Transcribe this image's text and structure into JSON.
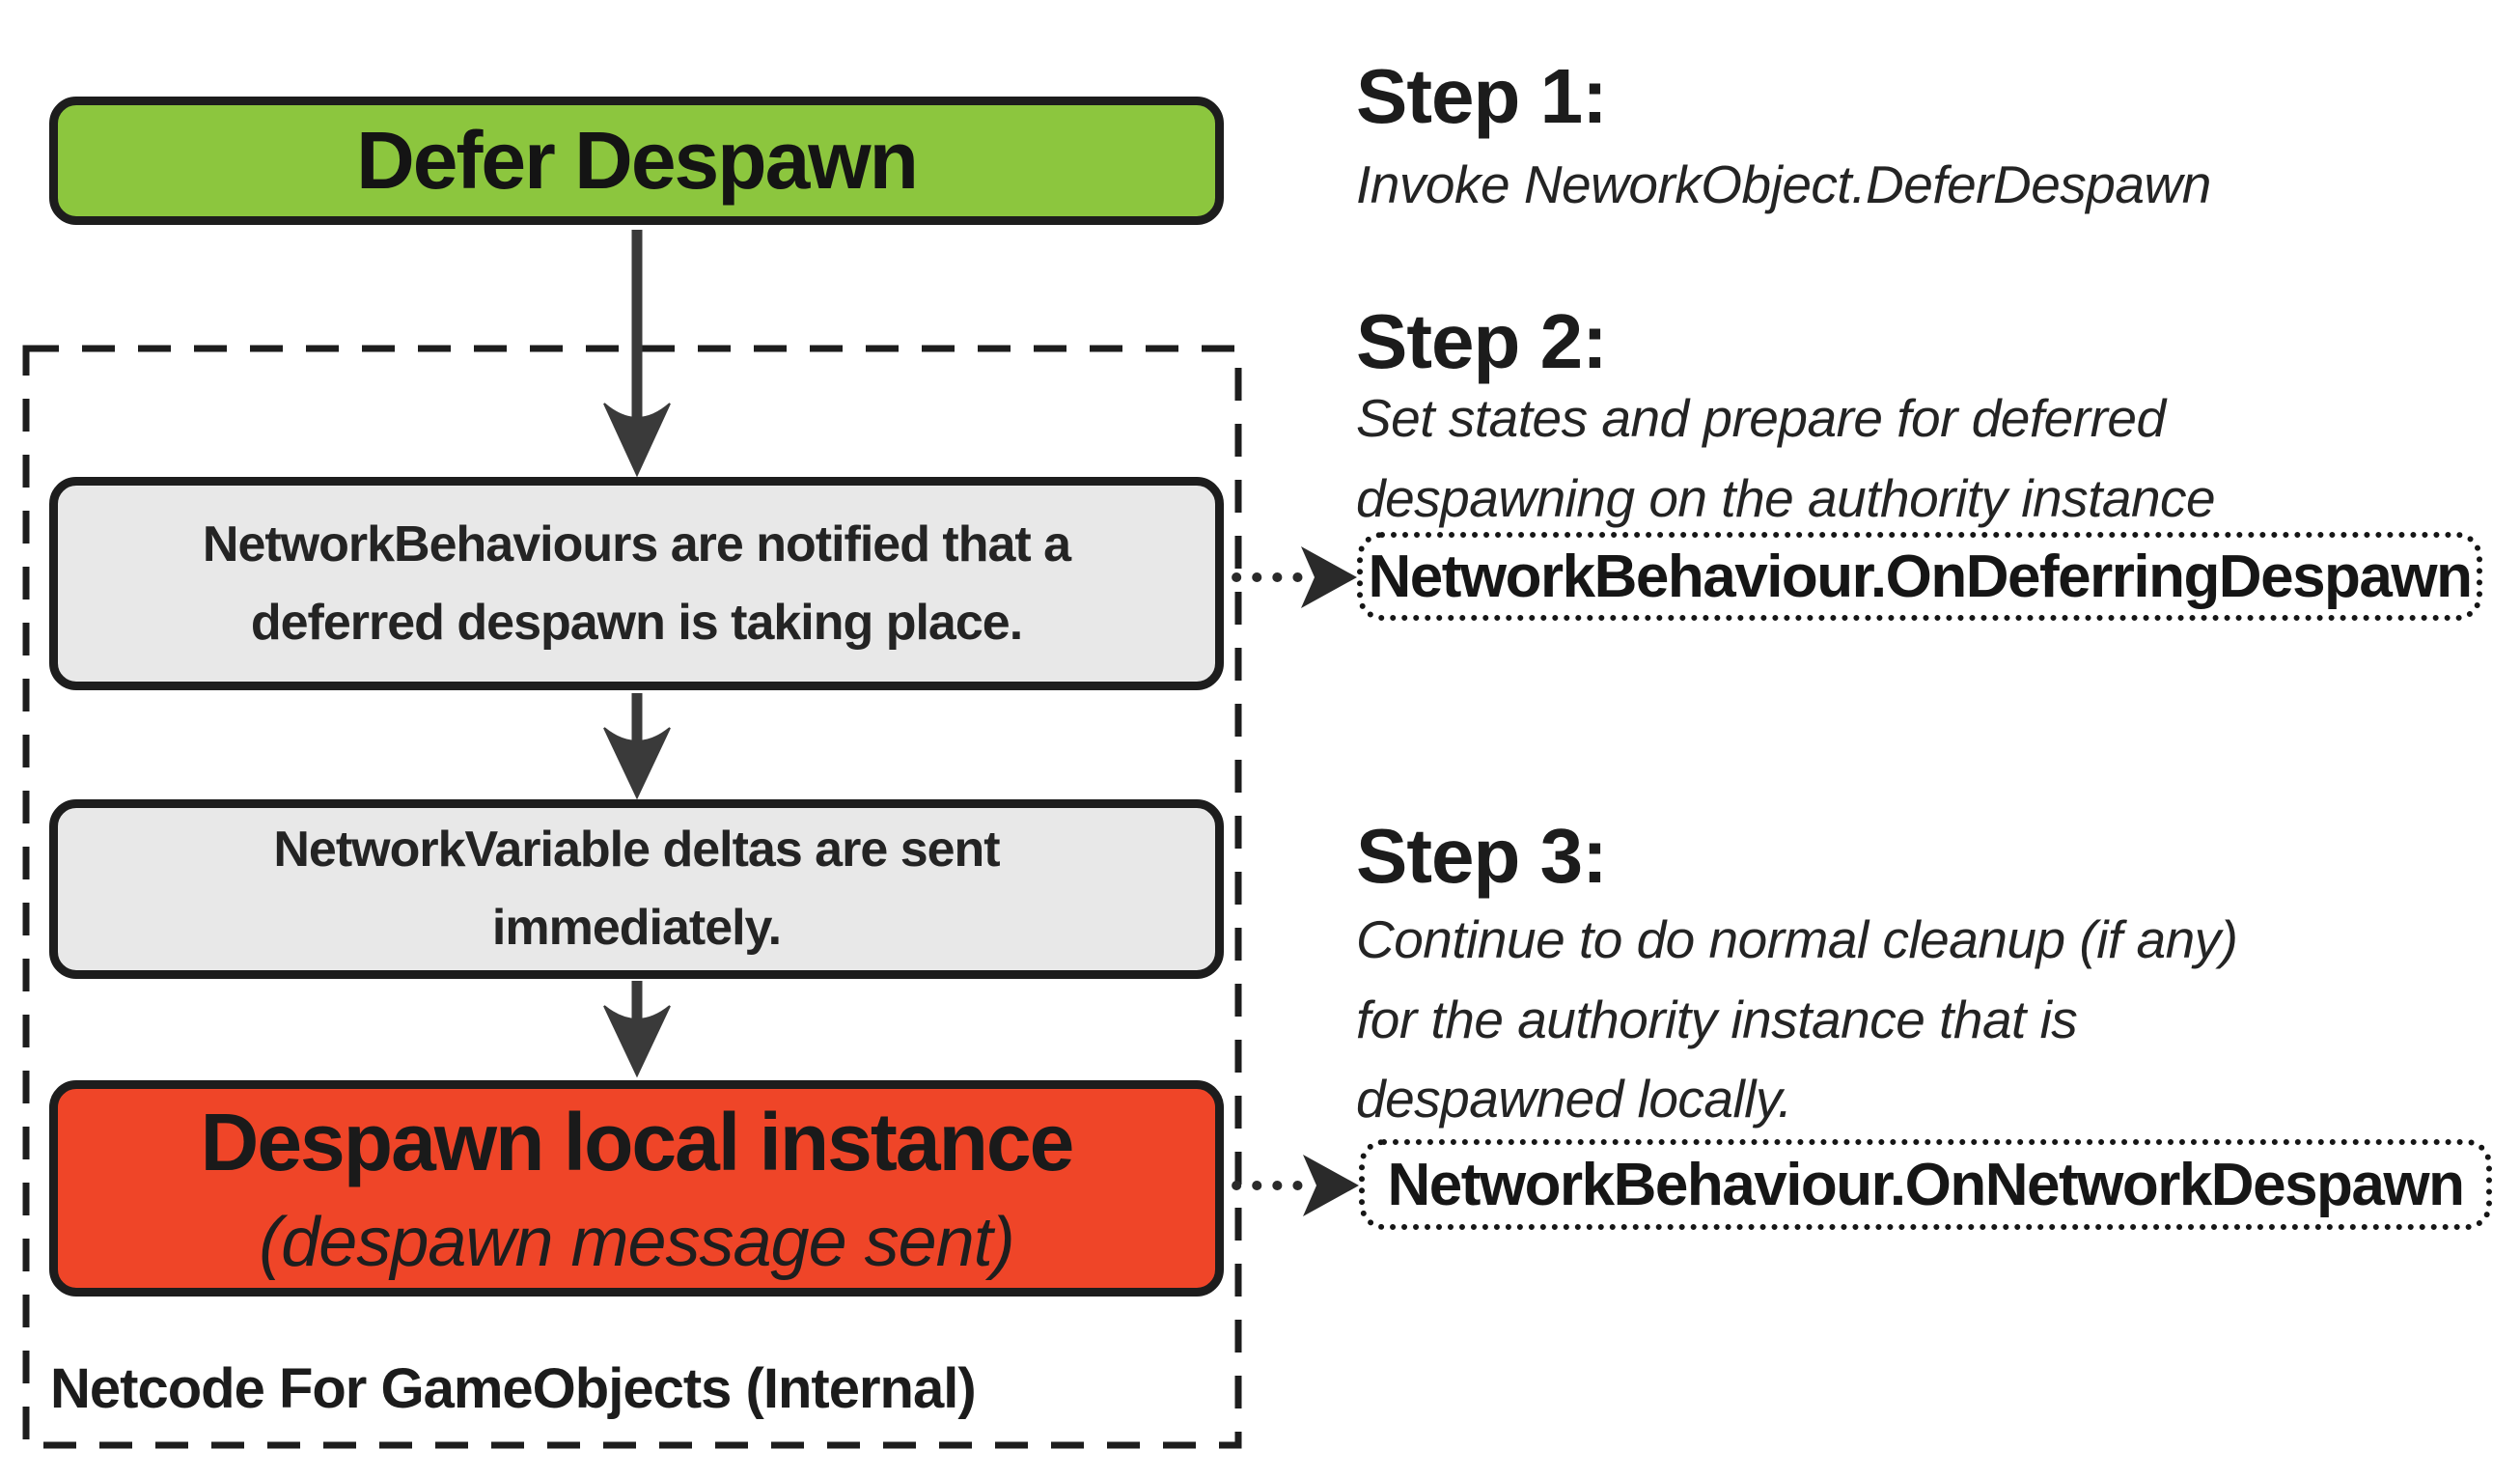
{
  "colors": {
    "green": "#8CC63E",
    "red": "#EF4528",
    "gray": "#E8E8E8",
    "ink": "#1D1D1D",
    "arrow": "#3A3A3A"
  },
  "flow": {
    "start": {
      "label": "Defer Despawn"
    },
    "box1": {
      "lines": [
        "NetworkBehaviours are notified that a",
        "deferred despawn is taking place."
      ]
    },
    "box2": {
      "lines": [
        "NetworkVariable deltas are sent",
        "immediately."
      ]
    },
    "end": {
      "title": "Despawn local instance",
      "subtitle": "(despawn message sent)"
    },
    "container_label": "Netcode For GameObjects (Internal)"
  },
  "steps": {
    "step1": {
      "heading": "Step 1:",
      "lines": [
        "Invoke NeworkObject.DeferDespawn"
      ]
    },
    "step2": {
      "heading": "Step 2:",
      "lines": [
        "Set states and prepare for deferred",
        "despawning on the authority instance"
      ],
      "callback": "NetworkBehaviour.OnDeferringDespawn"
    },
    "step3": {
      "heading": "Step 3:",
      "lines": [
        "Continue to do normal cleanup (if any)",
        "for the authority instance that is",
        "despawned locally."
      ],
      "callback": "NetworkBehaviour.OnNetworkDespawn"
    }
  }
}
